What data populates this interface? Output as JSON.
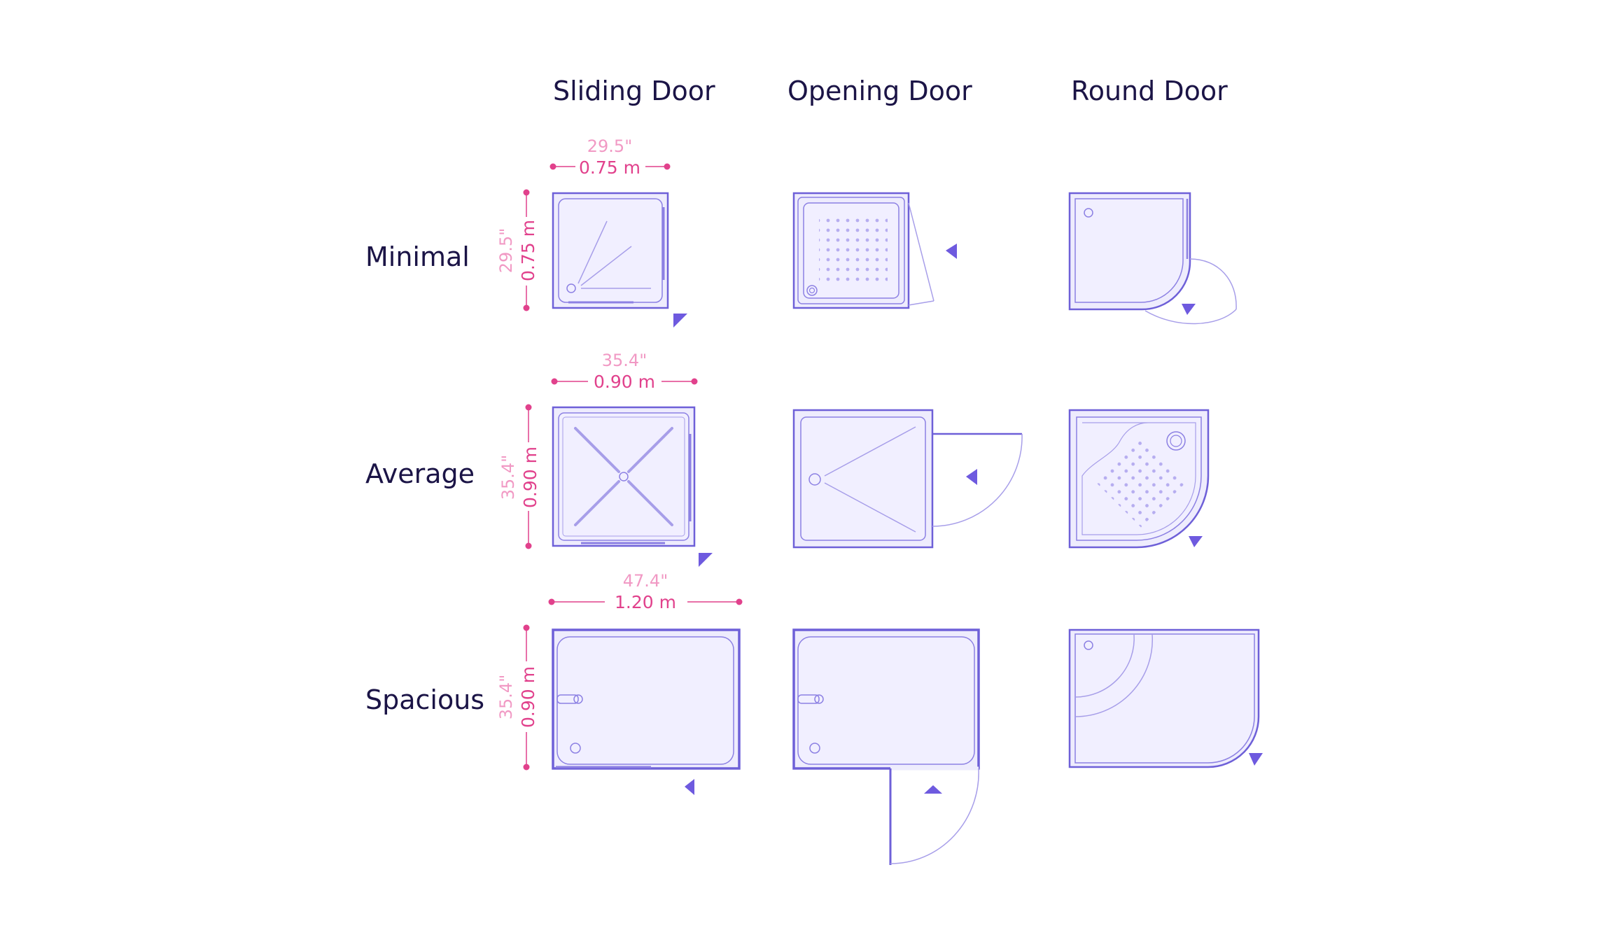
{
  "columns": [
    {
      "label": "Sliding Door"
    },
    {
      "label": "Opening Door"
    },
    {
      "label": "Round Door"
    }
  ],
  "rows": [
    {
      "label": "Minimal",
      "width_in": "29.5\"",
      "width_m": "0.75 m",
      "depth_in": "29.5\"",
      "depth_m": "0.75 m"
    },
    {
      "label": "Average",
      "width_in": "35.4\"",
      "width_m": "0.90 m",
      "depth_in": "35.4\"",
      "depth_m": "0.90 m"
    },
    {
      "label": "Spacious",
      "width_in": "47.4\"",
      "width_m": "1.20 m",
      "depth_in": "35.4\"",
      "depth_m": "0.90 m"
    }
  ],
  "colors": {
    "outline": "#6e60d8",
    "fill": "#eeecfd",
    "door_marker": "#6e5adf",
    "dimension_metric": "#e1418c",
    "dimension_imperial": "#f199c4",
    "heading": "#1b1446"
  }
}
